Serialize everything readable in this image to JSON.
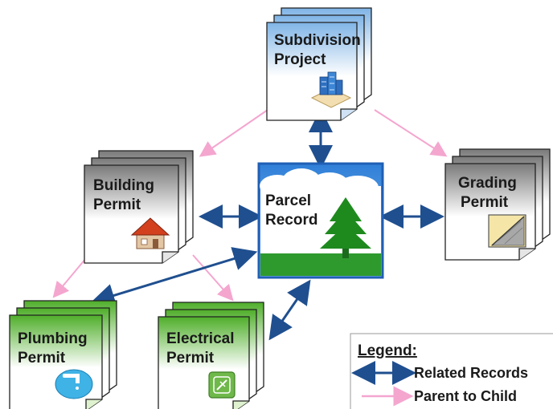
{
  "nodes": {
    "subdivision": {
      "line1": "Subdivision",
      "line2": "Project",
      "icon": "building-icon",
      "color": "#a8cdef"
    },
    "building": {
      "line1": "Building",
      "line2": "Permit",
      "icon": "house-icon",
      "color": "#bdbdbd"
    },
    "grading": {
      "line1": "Grading",
      "line2": "Permit",
      "icon": "terrain-icon",
      "color": "#bdbdbd"
    },
    "parcel": {
      "line1": "Parcel",
      "line2": "Record",
      "icon": "tree-icon",
      "color": "#1f5fb5"
    },
    "plumbing": {
      "line1": "Plumbing",
      "line2": "Permit",
      "icon": "faucet-icon",
      "color": "#8fd14f"
    },
    "electrical": {
      "line1": "Electrical",
      "line2": "Permit",
      "icon": "plug-icon",
      "color": "#8fd14f"
    }
  },
  "legend": {
    "title": "Legend:",
    "related": "Related Records",
    "parent_child": "Parent to Child"
  },
  "colors": {
    "related_arrow": "#1f4f8f",
    "parent_arrow": "#f4a6cf"
  }
}
